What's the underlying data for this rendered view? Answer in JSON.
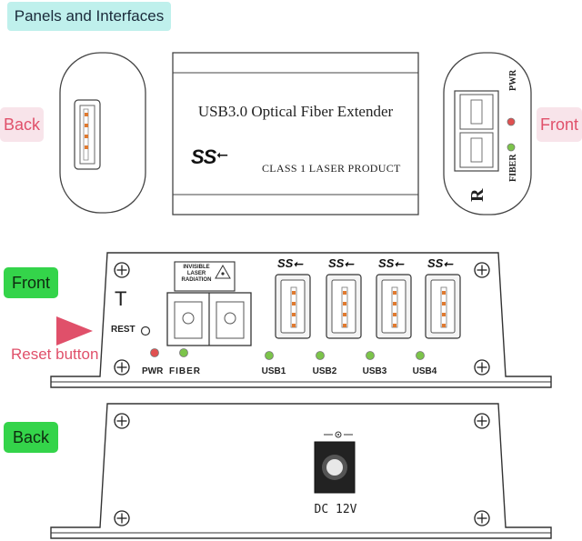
{
  "title": "Panels and Interfaces",
  "top": {
    "back_label": "Back",
    "front_label": "Front",
    "product_name": "USB3.0 Optical Fiber Extender",
    "usb_logo": "SS",
    "laser_class": "CLASS 1 LASER PRODUCT",
    "pwr_label": "PWR",
    "fiber_label": "FIBER",
    "r_mark": "R"
  },
  "front_panel": {
    "label": "Front",
    "t_mark": "T",
    "rest_label": "REST",
    "reset_callout": "Reset button",
    "warning_lines": [
      "INVISIBLE",
      "LASER",
      "RADIATION"
    ],
    "pwr_label": "PWR",
    "fiber_label": "FIBER",
    "usb_logo": "SS",
    "ports": [
      "USB1",
      "USB2",
      "USB3",
      "USB4"
    ]
  },
  "back_panel": {
    "label": "Back",
    "dc_label": "DC 12V"
  },
  "colors": {
    "led_red": "#e05050",
    "led_green": "#7cc44a",
    "port_dot": "#e07a30",
    "accent_pink": "#e0506a",
    "label_green": "#34d44a"
  }
}
